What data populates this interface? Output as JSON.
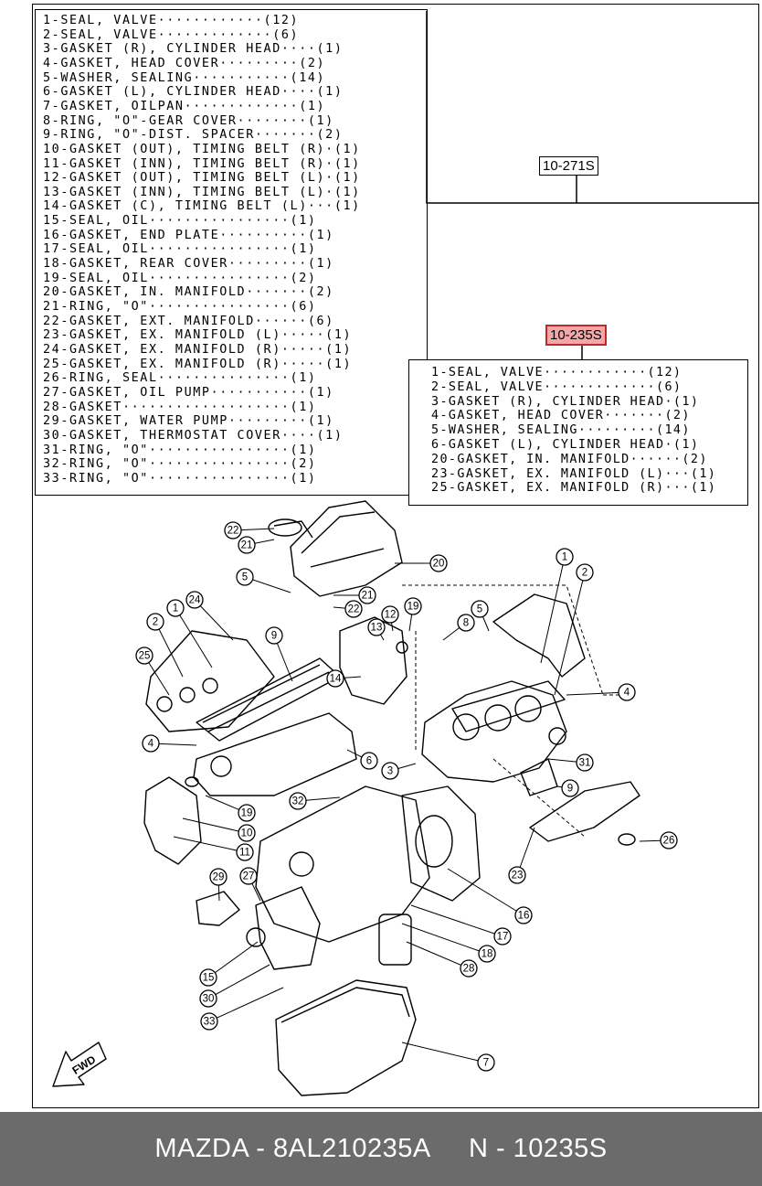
{
  "parts_list": [
    "1-SEAL, VALVE············(12)",
    "2-SEAL, VALVE·············(6)",
    "3-GASKET (R), CYLINDER HEAD····(1)",
    "4-GASKET, HEAD COVER·········(2)",
    "5-WASHER, SEALING···········(14)",
    "6-GASKET (L), CYLINDER HEAD····(1)",
    "7-GASKET, OILPAN·············(1)",
    "8-RING, \"O\"-GEAR COVER········(1)",
    "9-RING, \"O\"-DIST. SPACER·······(2)",
    "10-GASKET (OUT), TIMING BELT (R)·(1)",
    "11-GASKET (INN), TIMING BELT (R)·(1)",
    "12-GASKET (OUT), TIMING BELT (L)·(1)",
    "13-GASKET (INN), TIMING BELT (L)·(1)",
    "14-GASKET (C), TIMING BELT (L)···(1)",
    "15-SEAL, OIL················(1)",
    "16-GASKET, END PLATE··········(1)",
    "17-SEAL, OIL················(1)",
    "18-GASKET, REAR COVER·········(1)",
    "19-SEAL, OIL················(2)",
    "20-GASKET, IN. MANIFOLD·······(2)",
    "21-RING, \"O\"················(6)",
    "22-GASKET, EXT. MANIFOLD······(6)",
    "23-GASKET, EX. MANIFOLD (L)·····(1)",
    "24-GASKET, EX. MANIFOLD (R)·····(1)",
    "25-GASKET, EX. MANIFOLD (R)·····(1)",
    "26-RING, SEAL···············(1)",
    "27-GASKET, OIL PUMP···········(1)",
    "28-GASKET···················(1)",
    "29-GASKET, WATER PUMP·········(1)",
    "30-GASKET, THERMOSTAT COVER····(1)",
    "31-RING, \"O\"················(1)",
    "32-RING, \"O\"················(2)",
    "33-RING, \"O\"················(1)"
  ],
  "ref_main": "10-271S",
  "ref_sub": "10-235S",
  "sub_list": [
    "1-SEAL, VALVE············(12)",
    "2-SEAL, VALVE·············(6)",
    "3-GASKET (R), CYLINDER HEAD·(1)",
    "4-GASKET, HEAD COVER·······(2)",
    "5-WASHER, SEALING·········(14)",
    "6-GASKET (L), CYLINDER HEAD·(1)",
    "20-GASKET, IN. MANIFOLD······(2)",
    "23-GASKET, EX. MANIFOLD (L)···(1)",
    "25-GASKET, EX. MANIFOLD (R)···(1)"
  ],
  "callouts": [
    "22",
    "21",
    "20",
    "21",
    "22",
    "5",
    "1",
    "24",
    "9",
    "12",
    "13",
    "19",
    "2",
    "25",
    "14",
    "4",
    "6",
    "3",
    "19",
    "10",
    "11",
    "32",
    "29",
    "27",
    "15",
    "30",
    "33",
    "28",
    "18",
    "17",
    "16",
    "7",
    "1",
    "2",
    "5",
    "8",
    "4",
    "31",
    "9",
    "26",
    "23"
  ],
  "fwd_label": "FWD",
  "footer": {
    "brand_part": "MAZDA - 8AL210235A",
    "ref": "N - 10235S"
  },
  "colors": {
    "highlight_fill": "#f2a8aa",
    "highlight_border": "#c0282a",
    "footer_bg": "#6b6b6b"
  }
}
